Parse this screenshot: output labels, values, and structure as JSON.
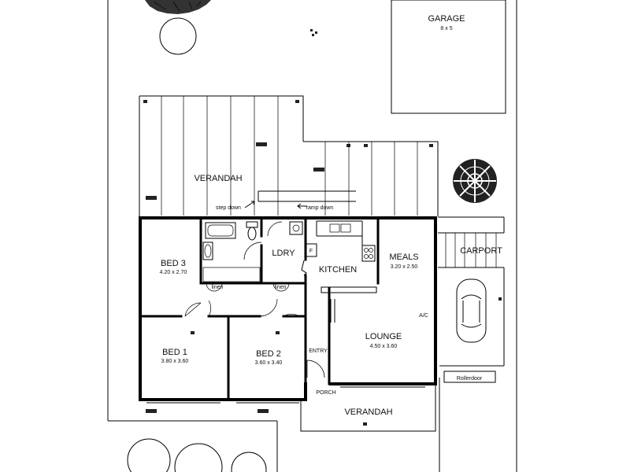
{
  "rooms": {
    "garage": {
      "name": "GARAGE",
      "dims": "8 x 5"
    },
    "verandah_rear": {
      "name": "VERANDAH"
    },
    "bed3": {
      "name": "BED 3",
      "dims": "4.20 x 2.70"
    },
    "ldry": {
      "name": "LDRY"
    },
    "kitchen": {
      "name": "KITCHEN"
    },
    "meals": {
      "name": "MEALS",
      "dims": "3.20 x 2.50"
    },
    "carport": {
      "name": "CARPORT"
    },
    "bed1": {
      "name": "BED 1",
      "dims": "3.80 x 3.60"
    },
    "bed2": {
      "name": "BED 2",
      "dims": "3.60 x 3.40"
    },
    "lounge": {
      "name": "LOUNGE",
      "dims": "4.50 x 3.60"
    },
    "verandah_front": {
      "name": "VERANDAH"
    }
  },
  "annotations": {
    "step_down": "step down",
    "ramp_down": "ramp down",
    "linen_left": "linen",
    "linen_right": "linen",
    "fridge": "F",
    "ac": "A/C",
    "entry": "ENTRY",
    "porch": "PORCH",
    "rollerdoor": "Rollerdoor"
  }
}
